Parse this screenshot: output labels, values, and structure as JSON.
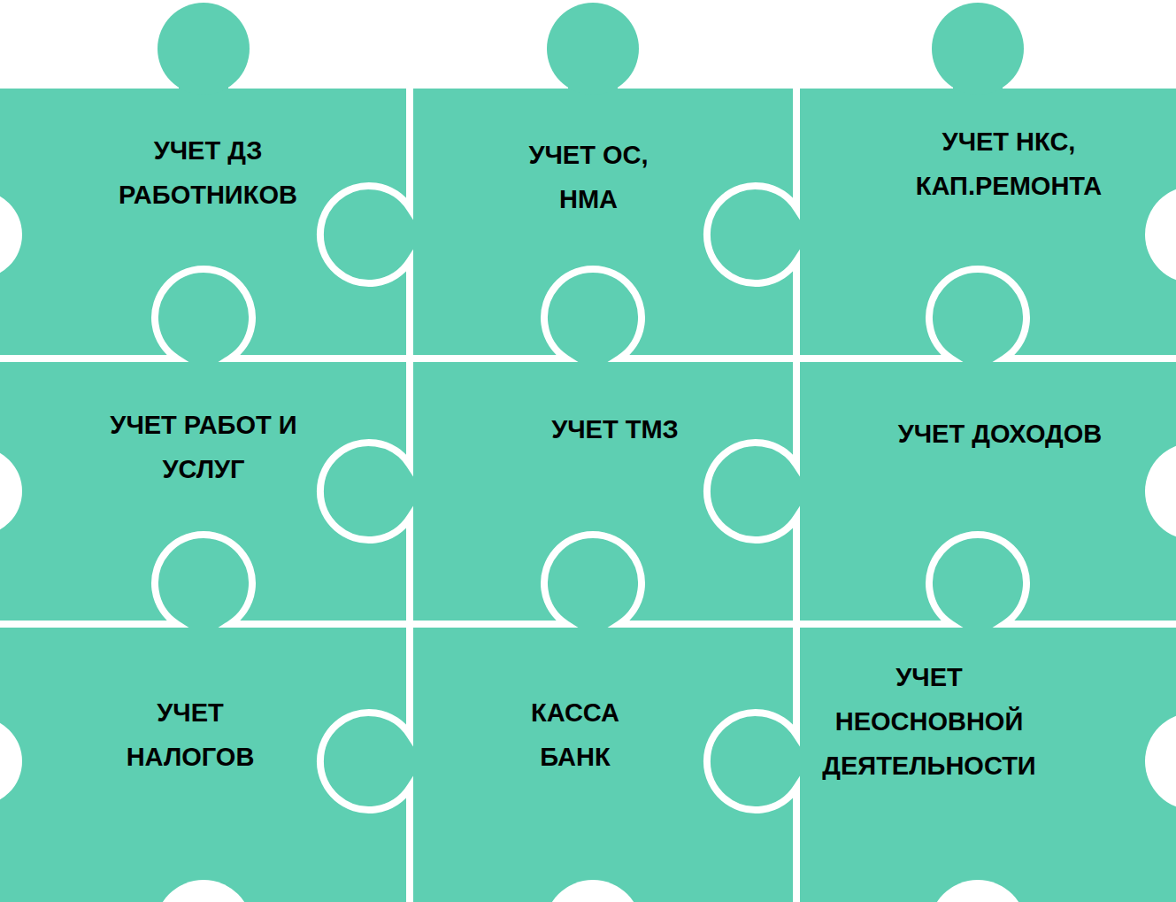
{
  "diagram": {
    "nodes": [
      {
        "text": [
          "УЧЕТ ДЗ РАБОТНИКОВ"
        ]
      },
      {
        "text": [
          "УЧЕТ ОС, НМА"
        ]
      },
      {
        "text": [
          "УЧЕТ НКС, КАП.РЕМОНТА"
        ]
      },
      {
        "text": [
          "УЧЕТ РАБОТ И УСЛУГ"
        ]
      },
      {
        "text": [
          "УЧЕТ ТМЗ"
        ]
      },
      {
        "text": [
          "УЧЕТ ДОХОДОВ"
        ]
      },
      {
        "text": [
          "УЧЕТ НАЛОГОВ"
        ]
      },
      {
        "text": [
          "КАССА БАНК"
        ]
      },
      {
        "text": [
          "УЧЕТ НЕОСНОВНОЙ ДЕЯТЕЛЬНОСТИ"
        ]
      }
    ]
  }
}
